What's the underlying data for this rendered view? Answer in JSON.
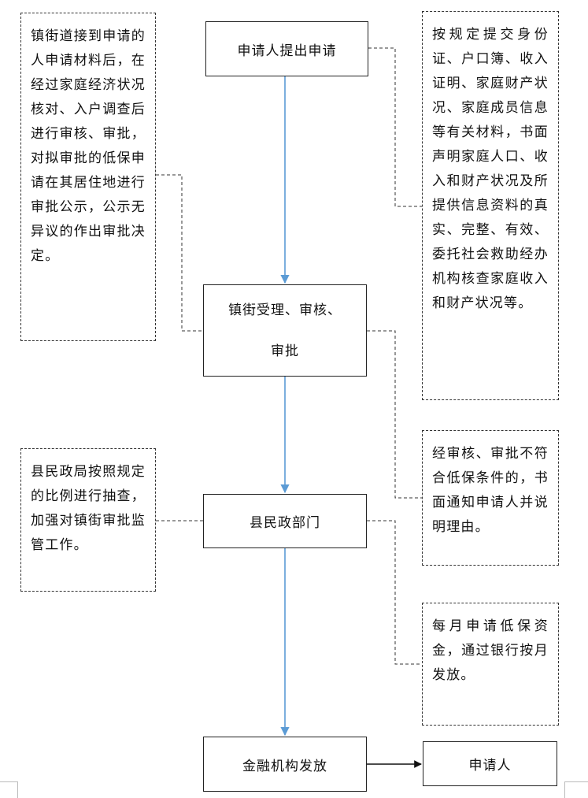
{
  "nodes": {
    "apply": "申请人提出申请",
    "town_review": {
      "line1": "镇街受理、审核、",
      "line2": "审批"
    },
    "county": "县民政部门",
    "bank": "金融机构发放",
    "applicant": "申请人"
  },
  "notes": {
    "town_process": "镇街道接到申请的人申请材料后，在经过家庭经济状况核对、入户调查后进行审核、审批，对拟审批的低保申请在其居住地进行审批公示，公示无异议的作出审批决定。",
    "materials": "按规定提交身份证、户口簿、收入证明、家庭财产状况、家庭成员信息等有关材料，书面声明家庭人口、收入和财产状况及所提供信息资料的真实、完整、有效、委托社会救助经办机构核查家庭收入和财产状况等。",
    "county_check": "县民政局按照规定的比例进行抽查，加强对镇街审批监管工作。",
    "rejection": "经审核、审批不符合低保条件的，书面通知申请人并说明理由。",
    "monthly": "每月申请低保资金，通过银行按月发放。"
  },
  "colors": {
    "flow_arrow": "#5b9bd5",
    "border": "#222222"
  }
}
